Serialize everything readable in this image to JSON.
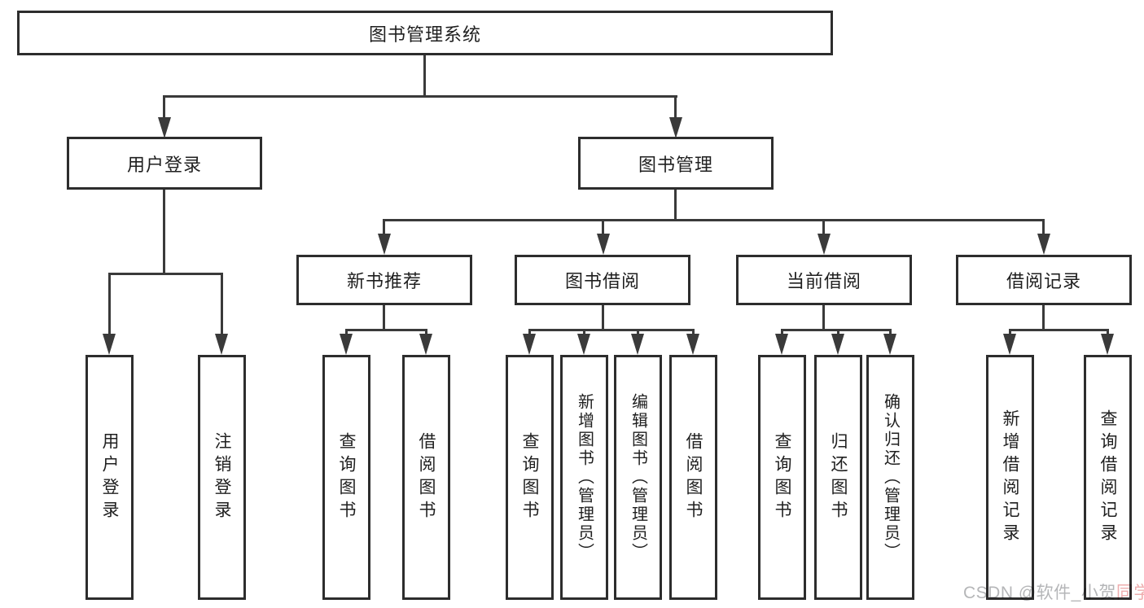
{
  "colors": {
    "border": "#2d2d2d",
    "line": "#3a3a3a",
    "text": "#1f1f1f",
    "watermark_gray": "#b5b6b8",
    "watermark_pink": "#eeadae",
    "background": "#ffffff"
  },
  "tree": {
    "label": "图书管理系统",
    "children": [
      {
        "label": "用户登录",
        "children": [
          {
            "label": "用户登录"
          },
          {
            "label": "注销登录"
          }
        ]
      },
      {
        "label": "图书管理",
        "children": [
          {
            "label": "新书推荐",
            "children": [
              {
                "label": "查询图书"
              },
              {
                "label": "借阅图书"
              }
            ]
          },
          {
            "label": "图书借阅",
            "children": [
              {
                "label": "查询图书"
              },
              {
                "label": "新增图书（管理员）"
              },
              {
                "label": "编辑图书（管理员）"
              },
              {
                "label": "借阅图书"
              }
            ]
          },
          {
            "label": "当前借阅",
            "children": [
              {
                "label": "查询图书"
              },
              {
                "label": "归还图书"
              },
              {
                "label": "确认归还（管理员）"
              }
            ]
          },
          {
            "label": "借阅记录",
            "children": [
              {
                "label": "新增借阅记录"
              },
              {
                "label": "查询借阅记录"
              }
            ]
          }
        ]
      }
    ]
  },
  "watermark": {
    "gray_part": "CSDN @软件_小贺",
    "pink_part": "同学"
  }
}
